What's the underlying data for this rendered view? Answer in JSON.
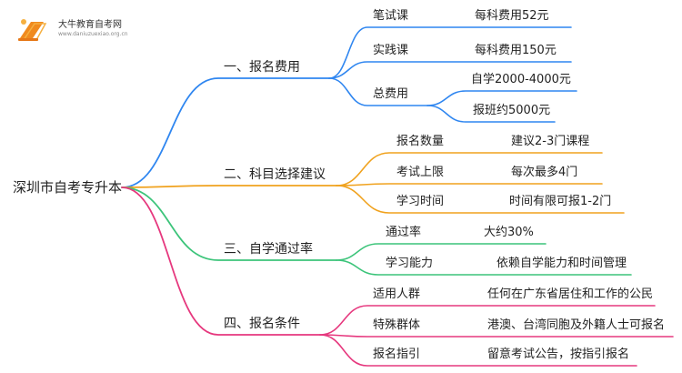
{
  "logo": {
    "name": "大牛教育自考网",
    "url": "www.daniuzuexiao.org.cn"
  },
  "root": "深圳市自考专升本",
  "colors": {
    "blue": "#2f86f0",
    "orange": "#f0a21e",
    "green": "#3cc47a",
    "pink": "#e6387e"
  },
  "branches": [
    {
      "label": "一、报名费用",
      "color": "blue",
      "items": [
        {
          "label": "笔试课",
          "value": "每科费用52元"
        },
        {
          "label": "实践课",
          "value": "每科费用150元"
        },
        {
          "label": "总费用",
          "values": [
            "自学2000-4000元",
            "报班约5000元"
          ]
        }
      ]
    },
    {
      "label": "二、科目选择建议",
      "color": "orange",
      "items": [
        {
          "label": "报名数量",
          "value": "建议2-3门课程"
        },
        {
          "label": "考试上限",
          "value": "每次最多4门"
        },
        {
          "label": "学习时间",
          "value": "时间有限可报1-2门"
        }
      ]
    },
    {
      "label": "三、自学通过率",
      "color": "green",
      "items": [
        {
          "label": "通过率",
          "value": "大约30%"
        },
        {
          "label": "学习能力",
          "value": "依赖自学能力和时间管理"
        }
      ]
    },
    {
      "label": "四、报名条件",
      "color": "pink",
      "items": [
        {
          "label": "适用人群",
          "value": "任何在广东省居住和工作的公民"
        },
        {
          "label": "特殊群体",
          "value": "港澳、台湾同胞及外籍人士可报名"
        },
        {
          "label": "报名指引",
          "value": "留意考试公告，按指引报名"
        }
      ]
    }
  ]
}
